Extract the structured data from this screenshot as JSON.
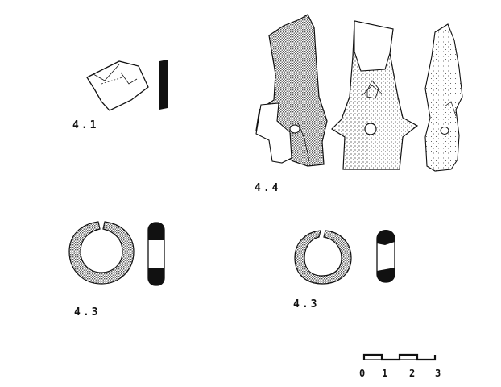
{
  "figures": [
    {
      "id": "fig-4-1",
      "label": "4.1"
    },
    {
      "id": "fig-4-4",
      "label": "4.4"
    },
    {
      "id": "fig-4-3a",
      "label": "4.3"
    },
    {
      "id": "fig-4-3b",
      "label": "4.3"
    }
  ],
  "scale_bar": {
    "ticks": [
      "0",
      "1",
      "2",
      "3"
    ]
  },
  "colors": {
    "ink": "#111111",
    "paper": "#ffffff"
  }
}
